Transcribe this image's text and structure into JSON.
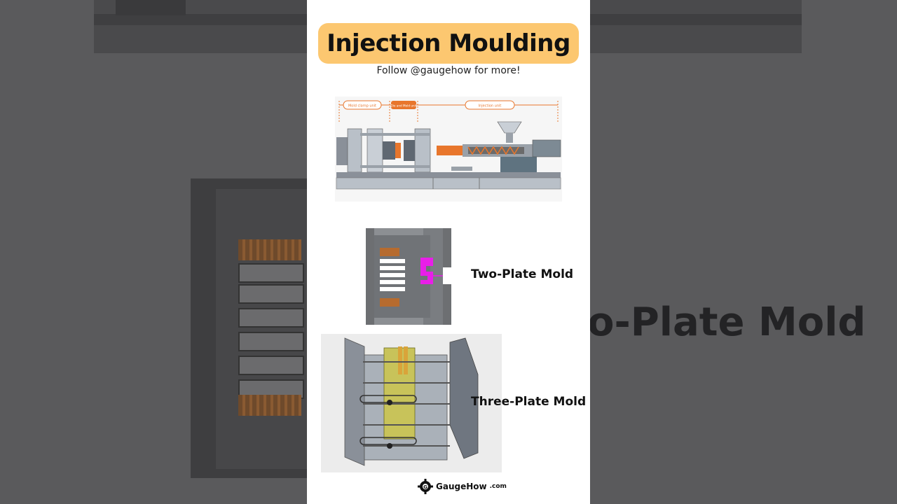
{
  "background": {
    "bigtext": "o-Plate Mold"
  },
  "header": {
    "title": "Injection Moulding",
    "subtitle": "Follow @gaugehow for more!"
  },
  "machine_diagram": {
    "labels": {
      "clamp": "Mold clamp unit",
      "die": "Die and Mold unit",
      "injection": "Injection unit"
    }
  },
  "molds": [
    {
      "label": "Two-Plate Mold"
    },
    {
      "label": "Three-Plate Mold"
    }
  ],
  "footer": {
    "brand_name": "GaugeHow",
    "brand_suffix": ".com"
  },
  "colors": {
    "title_bg": "#fcc770",
    "accent_orange": "#e8762c",
    "magenta": "#e91ee8"
  }
}
